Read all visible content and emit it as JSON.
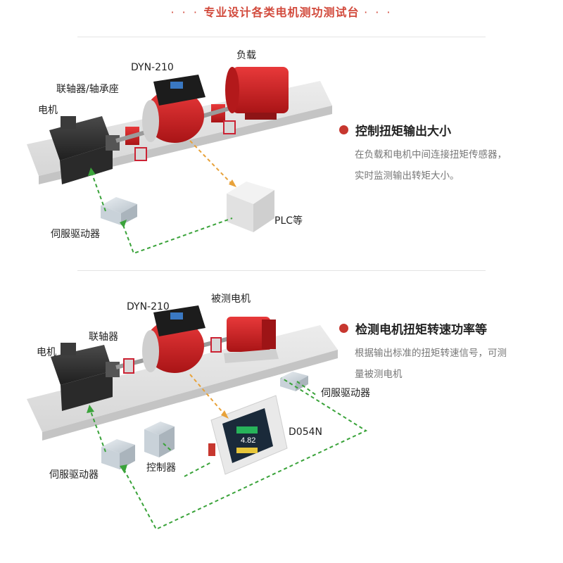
{
  "header": {
    "title": "专业设计各类电机测功测试台",
    "dots": "· · ·"
  },
  "section1": {
    "labels": {
      "motor": "电机",
      "coupling": "联轴器/轴承座",
      "sensor": "DYN-210",
      "load": "负载",
      "servo": "伺服驱动器",
      "plc": "PLC等"
    },
    "feature": {
      "title": "控制扭矩输出大小",
      "desc_line1": "在负载和电机中间连接扭矩传感器，",
      "desc_line2": "实时监测输出转矩大小。"
    }
  },
  "section2": {
    "labels": {
      "motor": "电机",
      "coupling": "联轴器",
      "sensor": "DYN-210",
      "tested_motor": "被测电机",
      "servo_left": "伺服驱动器",
      "servo_right": "伺服驱动器",
      "controller": "控制器",
      "display": "D054N",
      "display_value": "4.82"
    },
    "feature": {
      "title": "检测电机扭矩转速功率等",
      "desc_line1": "根据输出标准的扭矩转速信号，可测",
      "desc_line2": "量被测电机"
    }
  },
  "colors": {
    "accent": "#c7372f",
    "green_link": "#3aa33a",
    "orange_link": "#e8a23a",
    "platform": "#e6e6e6"
  }
}
